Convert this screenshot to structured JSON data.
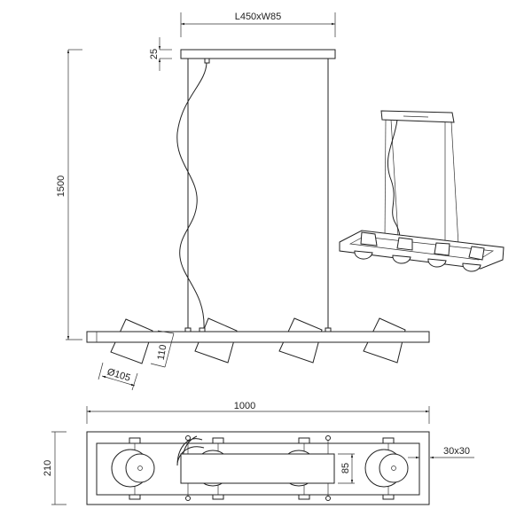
{
  "drawing": {
    "canopy_dimension": "L450xW85",
    "canopy_height": "25",
    "total_height": "1500",
    "shade_height": "110",
    "shade_diameter": "Ø105",
    "bar_length": "1000",
    "bar_width": "210",
    "center_box_width": "85",
    "frame_profile": "30x30"
  }
}
